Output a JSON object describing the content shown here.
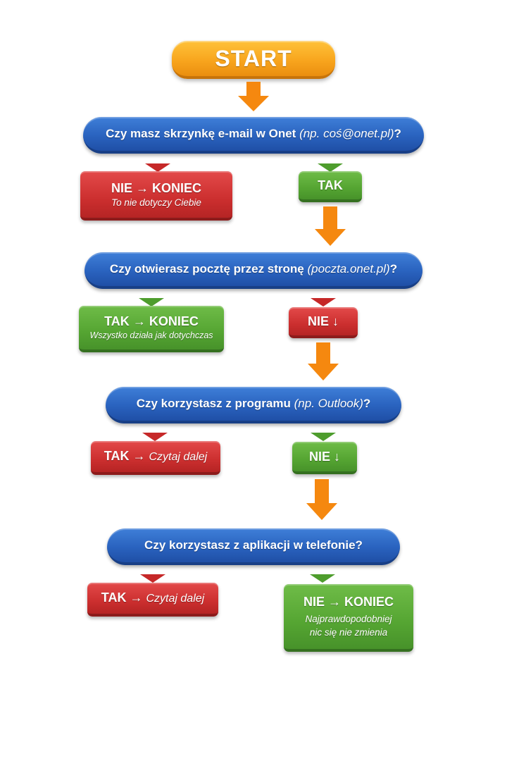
{
  "start": {
    "label": "START"
  },
  "q1": {
    "text": "Czy masz skrzynkę e-mail w Onet",
    "hint": "(np. coś@onet.pl)",
    "end": "?"
  },
  "q1_no": {
    "label": "NIE",
    "arrow": "→",
    "result": "KONIEC",
    "note": "To nie dotyczy Ciebie"
  },
  "q1_yes": {
    "label": "TAK"
  },
  "q2": {
    "text": "Czy otwierasz pocztę przez stronę",
    "hint": "(poczta.onet.pl)",
    "end": "?"
  },
  "q2_yes": {
    "label": "TAK",
    "arrow": "→",
    "result": "KONIEC",
    "note": "Wszystko działa jak dotychczas"
  },
  "q2_no": {
    "label": "NIE",
    "down": "↓"
  },
  "q3": {
    "text": "Czy korzystasz z programu",
    "hint": "(np. Outlook)",
    "end": "?"
  },
  "q3_yes": {
    "label": "TAK",
    "arrow": "→",
    "action": "Czytaj dalej"
  },
  "q3_no": {
    "label": "NIE",
    "down": "↓"
  },
  "q4": {
    "text": "Czy korzystasz z aplikacji w telefonie?"
  },
  "q4_yes": {
    "label": "TAK",
    "arrow": "→",
    "action": "Czytaj dalej"
  },
  "q4_no": {
    "label": "NIE",
    "arrow": "→",
    "result": "KONIEC",
    "note_line1": "Najprawdopodobniej",
    "note_line2": "nic się nie zmienia"
  },
  "colors": {
    "start": "#f7a31c",
    "question": "#2a63bf",
    "no_end": "#cc2f2f",
    "yes": "#55a532",
    "arrow": "#f5880f"
  }
}
